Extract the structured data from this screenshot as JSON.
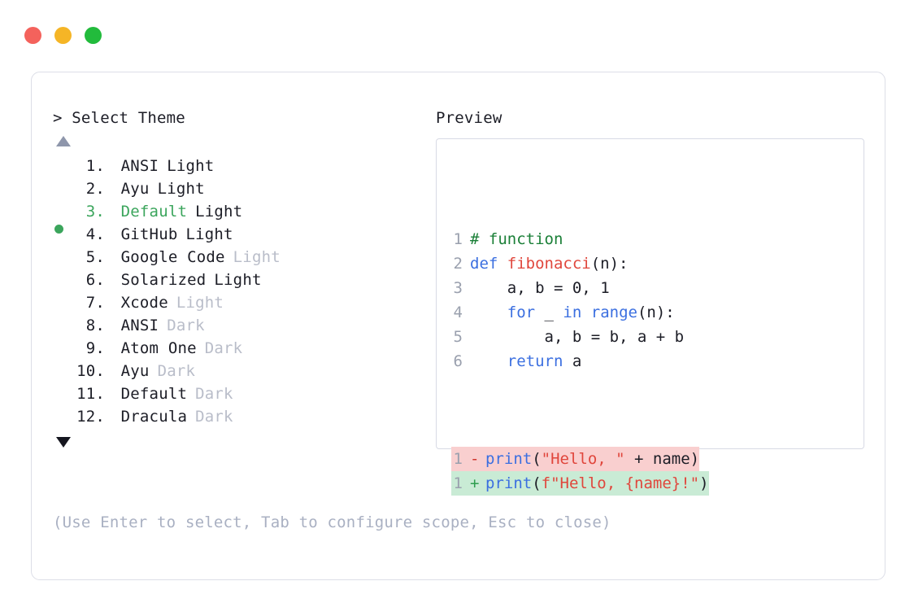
{
  "window": {
    "traffic_lights": [
      {
        "name": "close",
        "color": "#f4625c"
      },
      {
        "name": "minimize",
        "color": "#f5b526"
      },
      {
        "name": "zoom",
        "color": "#22bb3c"
      }
    ]
  },
  "left": {
    "prompt": "> Select Theme",
    "scroll_up_icon": "triangle-up-icon",
    "scroll_down_icon": "triangle-down-icon",
    "items": [
      {
        "index": "1.",
        "name": "ANSI",
        "suffix": "Light",
        "suffix_muted": false,
        "selected": false
      },
      {
        "index": "2.",
        "name": "Ayu",
        "suffix": "Light",
        "suffix_muted": false,
        "selected": false
      },
      {
        "index": "3.",
        "name": "Default",
        "suffix": "Light",
        "suffix_muted": false,
        "selected": true
      },
      {
        "index": "4.",
        "name": "GitHub",
        "suffix": "Light",
        "suffix_muted": false,
        "selected": false
      },
      {
        "index": "5.",
        "name": "Google Code",
        "suffix": "Light",
        "suffix_muted": true,
        "selected": false
      },
      {
        "index": "6.",
        "name": "Solarized",
        "suffix": "Light",
        "suffix_muted": false,
        "selected": false
      },
      {
        "index": "7.",
        "name": "Xcode",
        "suffix": "Light",
        "suffix_muted": true,
        "selected": false
      },
      {
        "index": "8.",
        "name": "ANSI",
        "suffix": "Dark",
        "suffix_muted": true,
        "selected": false
      },
      {
        "index": "9.",
        "name": "Atom One",
        "suffix": "Dark",
        "suffix_muted": true,
        "selected": false
      },
      {
        "index": "10.",
        "name": "Ayu",
        "suffix": "Dark",
        "suffix_muted": true,
        "selected": false
      },
      {
        "index": "11.",
        "name": "Default",
        "suffix": "Dark",
        "suffix_muted": true,
        "selected": false
      },
      {
        "index": "12.",
        "name": "Dracula",
        "suffix": "Dark",
        "suffix_muted": true,
        "selected": false
      }
    ],
    "hint": "(Use Enter to select, Tab to configure scope, Esc to close)"
  },
  "right": {
    "title": "Preview",
    "code_lines": [
      {
        "no": "1",
        "tokens": [
          {
            "t": "# function",
            "c": "comment"
          }
        ]
      },
      {
        "no": "2",
        "tokens": [
          {
            "t": "def ",
            "c": "keyword"
          },
          {
            "t": "fibonacci",
            "c": "func"
          },
          {
            "t": "(n):",
            "c": "plain"
          }
        ]
      },
      {
        "no": "3",
        "tokens": [
          {
            "t": "    a, b = ",
            "c": "plain"
          },
          {
            "t": "0",
            "c": "number"
          },
          {
            "t": ", ",
            "c": "plain"
          },
          {
            "t": "1",
            "c": "number"
          }
        ]
      },
      {
        "no": "4",
        "tokens": [
          {
            "t": "    ",
            "c": "plain"
          },
          {
            "t": "for",
            "c": "keyword"
          },
          {
            "t": " _ ",
            "c": "plain"
          },
          {
            "t": "in",
            "c": "keyword"
          },
          {
            "t": " ",
            "c": "plain"
          },
          {
            "t": "range",
            "c": "builtin"
          },
          {
            "t": "(n):",
            "c": "plain"
          }
        ]
      },
      {
        "no": "5",
        "tokens": [
          {
            "t": "        a, b = b, a + b",
            "c": "plain"
          }
        ]
      },
      {
        "no": "6",
        "tokens": [
          {
            "t": "    ",
            "c": "plain"
          },
          {
            "t": "return",
            "c": "keyword"
          },
          {
            "t": " a",
            "c": "plain"
          }
        ]
      }
    ],
    "diff_lines": [
      {
        "no": "1",
        "sign": "-",
        "kind": "del",
        "tokens": [
          {
            "t": "print",
            "c": "builtin"
          },
          {
            "t": "(",
            "c": "plain"
          },
          {
            "t": "\"Hello, \"",
            "c": "string"
          },
          {
            "t": " + name)",
            "c": "plain"
          }
        ]
      },
      {
        "no": "1",
        "sign": "+",
        "kind": "add",
        "tokens": [
          {
            "t": "print",
            "c": "builtin"
          },
          {
            "t": "(",
            "c": "plain"
          },
          {
            "t": "f\"Hello, {name}!\"",
            "c": "string"
          },
          {
            "t": ")",
            "c": "plain"
          }
        ]
      }
    ]
  },
  "colors": {
    "accent_green": "#3ba55c",
    "muted_text": "#b9bdc9",
    "hint_text": "#a9b0c2",
    "line_number": "#9aa0ae",
    "card_border": "#dcdee7",
    "preview_border": "#d8dae5",
    "diff_del_bg": "#f9cfcf",
    "diff_add_bg": "#c9ebd5",
    "diff_del_sign": "#d0342c",
    "diff_add_sign": "#2e9e4f",
    "comment": "#1a7f37",
    "keyword": "#3b6fe0",
    "function": "#e0463c",
    "string": "#e0463c"
  }
}
